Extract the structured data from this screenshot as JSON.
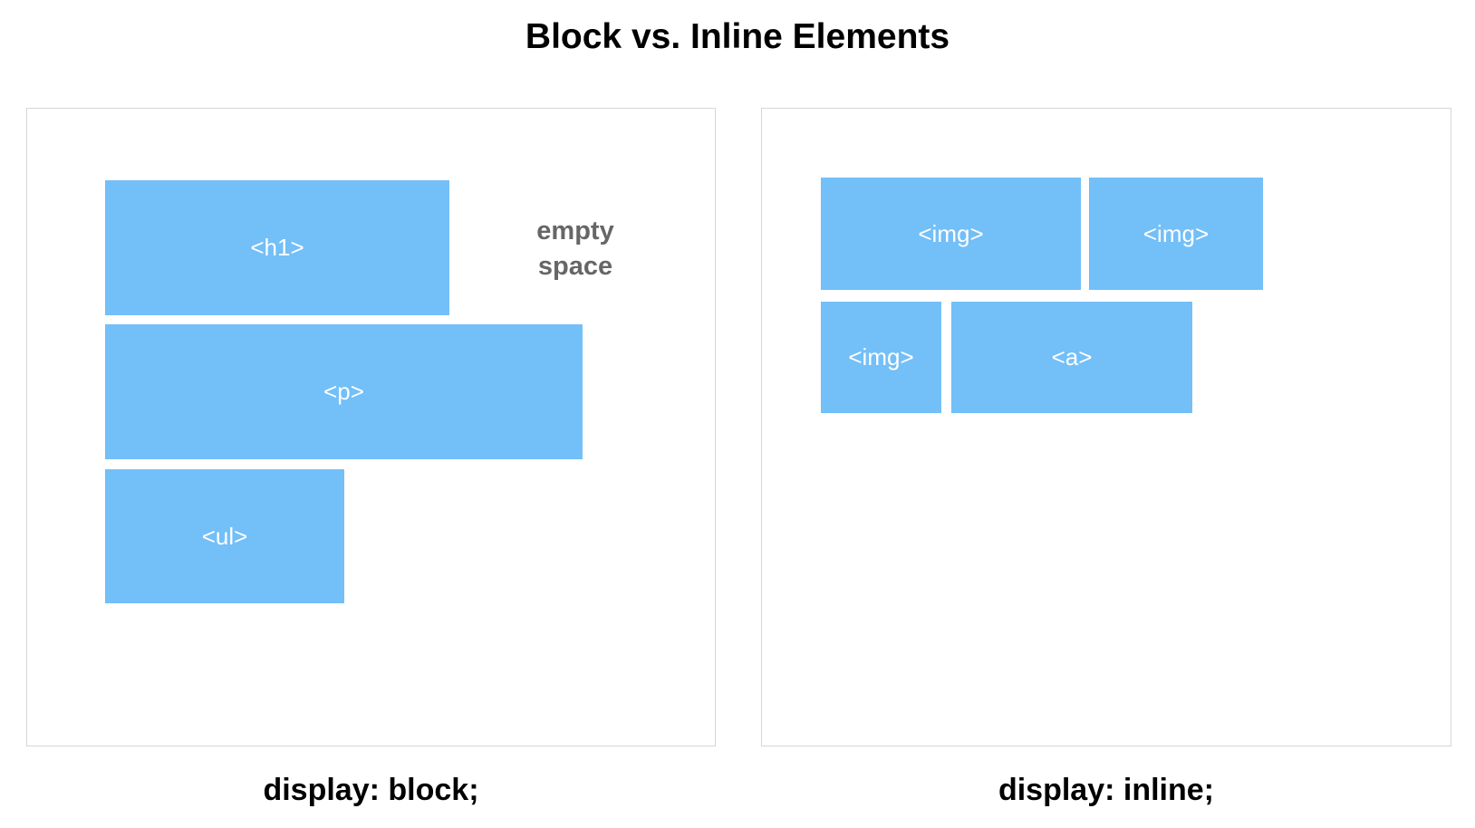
{
  "title": "Block vs. Inline Elements",
  "block_panel": {
    "elements": [
      "<h1>",
      "<p>",
      "<ul>"
    ],
    "note_line1": "empty",
    "note_line2": "space",
    "caption": "display: block;"
  },
  "inline_panel": {
    "elements": [
      "<img>",
      "<img>",
      "<img>",
      "<a>"
    ],
    "caption": "display: inline;"
  },
  "colors": {
    "element_fill": "#73bff8",
    "element_text": "#ffffff",
    "note_text": "#666666",
    "panel_border": "#d6d6d6"
  }
}
